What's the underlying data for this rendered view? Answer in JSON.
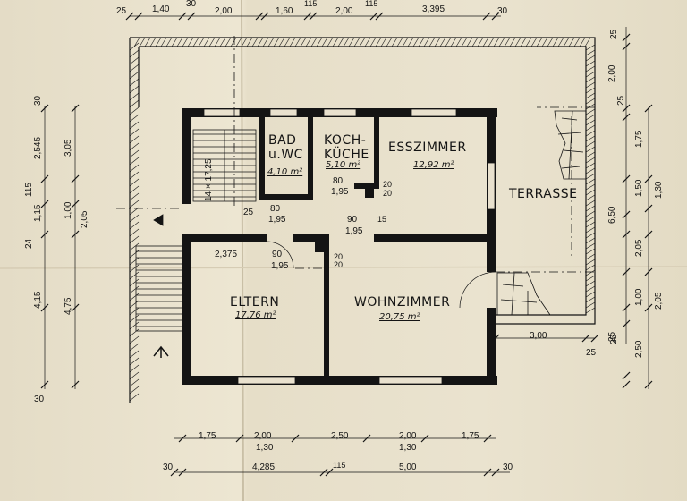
{
  "rooms": {
    "bad": {
      "name_1": "BAD",
      "name_2": "u.WC",
      "area": "4,10 m²"
    },
    "kueche": {
      "name_1": "KOCH-",
      "name_2": "KÜCHE",
      "area": "5,10 m²"
    },
    "ess": {
      "name": "ESSZIMMER",
      "area": "12,92 m²"
    },
    "terrasse": {
      "name": "TERRASSE"
    },
    "eltern": {
      "name": "ELTERN",
      "area": "17,76 m²"
    },
    "wohn": {
      "name": "WOHNZIMMER",
      "area": "20,75 m²"
    }
  },
  "stair_note": "14 × 17,25",
  "top_dims": [
    "25",
    "1,40",
    "30",
    "2,00",
    "1,60",
    "115",
    "2,00",
    "115",
    "3,395",
    "30"
  ],
  "right_dims": [
    "25",
    "2,00",
    "25",
    "1,75",
    "1,50",
    "6,50",
    "1,30",
    "2,05",
    "1,00",
    "2,05",
    "25",
    "2,50"
  ],
  "left_dims": [
    "30",
    "2,545",
    "3,05",
    "115",
    "1,15",
    "24",
    "1,00",
    "2,05",
    "4,15",
    "4,75",
    "30"
  ],
  "bottom_dims_1": [
    "1,75",
    "2,00",
    "1,30",
    "2,50",
    "2,00",
    "1,30",
    "1,75"
  ],
  "bottom_dims_2": [
    "30",
    "4,285",
    "115",
    "5,00",
    "30"
  ],
  "terrace_dims": [
    "3,00",
    "25",
    "25"
  ],
  "inner_dims": [
    "2,375",
    "90",
    "1,95",
    "25",
    "80",
    "1,95",
    "80",
    "1,95",
    "20",
    "20",
    "90",
    "15",
    "1,95",
    "20",
    "20"
  ]
}
